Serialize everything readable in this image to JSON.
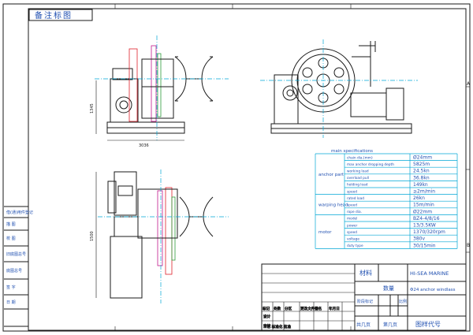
{
  "title_stamp_top": "备注标图",
  "border_letters": {
    "A": "A",
    "B": "B"
  },
  "dimensions": {
    "front_height": "1345",
    "front_width": "3036",
    "top_height": "1500"
  },
  "specs": {
    "header": "main specifications",
    "groups": [
      {
        "label": "anchor part",
        "rows": [
          [
            "chain dia.(mm)",
            "Ø24mm"
          ],
          [
            "max anchor dropping depth",
            "5825m"
          ],
          [
            "working load",
            "24.5kn"
          ],
          [
            "overload pull",
            "36.8kn"
          ],
          [
            "holding load",
            "149kn"
          ],
          [
            "speed",
            "≥2m/min"
          ]
        ]
      },
      {
        "label": "warping head",
        "rows": [
          [
            "rated load",
            "26kn"
          ],
          [
            "speed",
            "15m/min"
          ],
          [
            "rope dia.",
            "Ø22mm"
          ]
        ]
      },
      {
        "label": "motor",
        "rows": [
          [
            "model",
            "BZ4-4/8/16"
          ],
          [
            "power",
            "13/3.5KW"
          ],
          [
            "speed",
            "1370/320rpm"
          ],
          [
            "voltage",
            "380v"
          ],
          [
            "duty type",
            "30/15min"
          ]
        ]
      }
    ]
  },
  "left_stamps": [
    "借(通)用件登记",
    "描 图",
    "校 图",
    "旧底图总号",
    "底图总号",
    "签 字",
    "日 期"
  ],
  "titleblock": {
    "material": "材料",
    "company": "HI-SEA MARINE",
    "weight": "数量",
    "product": "Φ24 anchor windlass",
    "drawing_no_label": "图样代号",
    "sheet": "第几页",
    "sheets": "共几页",
    "stage": "阶段标记",
    "scale": "比例",
    "rows": [
      "标记",
      "处数",
      "分区",
      "更改文件号",
      "签名",
      "年月日",
      "设计",
      "审核",
      "工艺",
      "标准化",
      "批准"
    ]
  },
  "colors": {
    "ink": "#1a1a1a",
    "cyan": "#00a6d6",
    "red": "#e0202a",
    "magenta": "#c2188c",
    "green": "#2e9c3a",
    "blue_text": "#1f4fb0"
  }
}
